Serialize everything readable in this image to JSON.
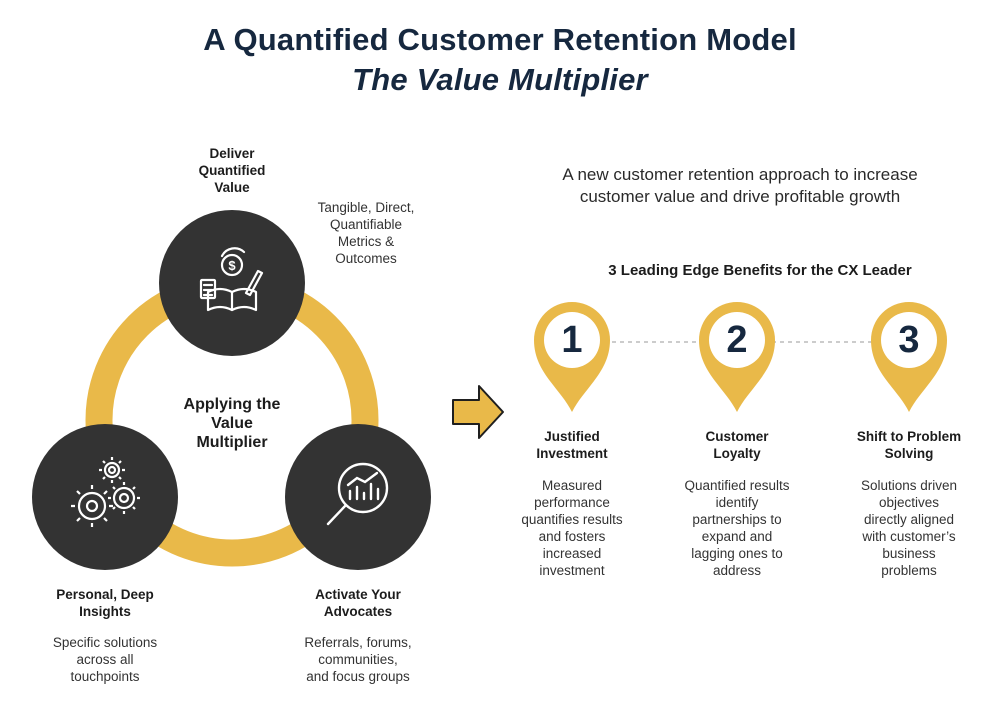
{
  "title": {
    "line1": "A Quantified Customer Retention Model",
    "line2": "The Value Multiplier"
  },
  "colors": {
    "navy": "#16283f",
    "gold": "#e9b949",
    "dark_circle": "#333333",
    "white": "#ffffff"
  },
  "cycle": {
    "center_label_lines": [
      "Applying the",
      "Value",
      "Multiplier"
    ],
    "nodes": [
      {
        "key": "deliver",
        "icon": "money-book-icon",
        "title_lines": [
          "Deliver",
          "Quantified",
          "Value"
        ],
        "desc_lines": [
          "Tangible, Direct,",
          "Quantifiable",
          "Metrics &",
          "Outcomes"
        ]
      },
      {
        "key": "insights",
        "icon": "gears-icon",
        "title_lines": [
          "Personal, Deep",
          "Insights"
        ],
        "desc_lines": [
          "Specific solutions",
          "across all",
          "touchpoints"
        ]
      },
      {
        "key": "advocates",
        "icon": "magnifier-chart-icon",
        "title_lines": [
          "Activate Your",
          "Advocates"
        ],
        "desc_lines": [
          "Referrals, forums,",
          "communities,",
          "and focus groups"
        ]
      }
    ]
  },
  "arrow_icon": "right-arrow-icon",
  "tagline_lines": [
    "A new customer retention approach to increase",
    "customer value and drive profitable growth"
  ],
  "benefits_heading": "3 Leading Edge Benefits for the CX Leader",
  "benefits": [
    {
      "number": "1",
      "title_lines": [
        "Justified",
        "Investment"
      ],
      "desc_lines": [
        "Measured",
        "performance",
        "quantifies results",
        "and fosters",
        "increased",
        "investment"
      ]
    },
    {
      "number": "2",
      "title_lines": [
        "Customer",
        "Loyalty"
      ],
      "desc_lines": [
        "Quantified results",
        "identify",
        "partnerships to",
        "expand and",
        "lagging ones to",
        "address"
      ]
    },
    {
      "number": "3",
      "title_lines": [
        "Shift to Problem",
        "Solving"
      ],
      "desc_lines": [
        "Solutions driven",
        "objectives",
        "directly aligned",
        "with customer’s",
        "business",
        "problems"
      ]
    }
  ]
}
